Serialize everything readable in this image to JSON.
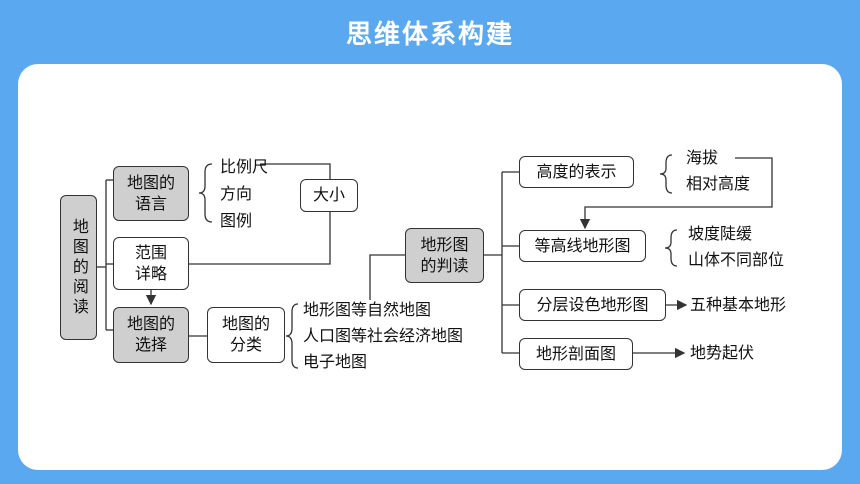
{
  "title": "思维体系构建",
  "root": "地图的阅读",
  "left": {
    "language": "地图的\n语言",
    "language_items": [
      "比例尺",
      "方向",
      "图例"
    ],
    "size": "大小",
    "range": "范围\n详略",
    "choose": "地图的\n选择",
    "category": "地图的\n分类",
    "category_items": [
      "地形图等自然地图",
      "人口图等社会经济地图",
      "电子地图"
    ]
  },
  "middle": {
    "terrain_reading": "地形图\n的判读"
  },
  "right": {
    "height": "高度的表示",
    "height_items": [
      "海拔",
      "相对高度"
    ],
    "contour": "等高线地形图",
    "contour_items": [
      "坡度陡缓",
      "山体不同部位"
    ],
    "layered": "分层设色地形图",
    "layered_result": "五种基本地形",
    "profile": "地形剖面图",
    "profile_result": "地势起伏"
  }
}
